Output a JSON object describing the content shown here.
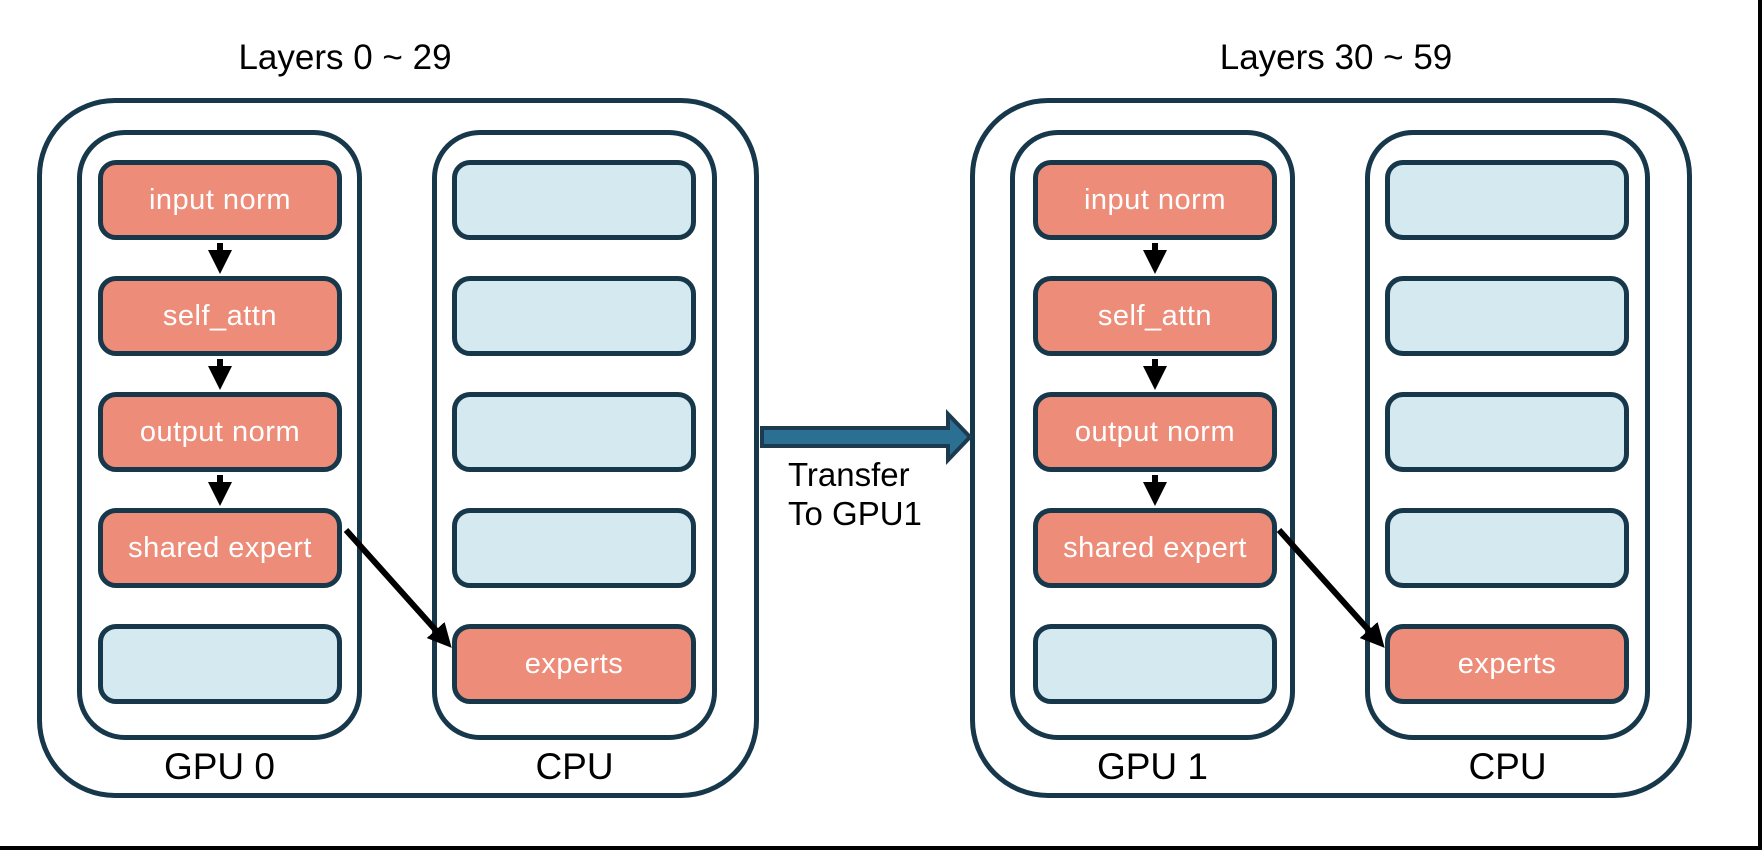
{
  "diagram": {
    "groups": [
      {
        "title": "Layers 0 ~ 29",
        "gpu": {
          "label": "GPU 0",
          "boxes": [
            {
              "label": "input norm",
              "type": "red"
            },
            {
              "label": "self_attn",
              "type": "red"
            },
            {
              "label": "output norm",
              "type": "red"
            },
            {
              "label": "shared expert",
              "type": "red"
            },
            {
              "label": "",
              "type": "blue"
            }
          ]
        },
        "cpu": {
          "label": "CPU",
          "boxes": [
            {
              "label": "",
              "type": "blue"
            },
            {
              "label": "",
              "type": "blue"
            },
            {
              "label": "",
              "type": "blue"
            },
            {
              "label": "",
              "type": "blue"
            },
            {
              "label": "experts",
              "type": "red"
            }
          ]
        }
      },
      {
        "title": "Layers 30 ~ 59",
        "gpu": {
          "label": "GPU 1",
          "boxes": [
            {
              "label": "input norm",
              "type": "red"
            },
            {
              "label": "self_attn",
              "type": "red"
            },
            {
              "label": "output norm",
              "type": "red"
            },
            {
              "label": "shared expert",
              "type": "red"
            },
            {
              "label": "",
              "type": "blue"
            }
          ]
        },
        "cpu": {
          "label": "CPU",
          "boxes": [
            {
              "label": "",
              "type": "blue"
            },
            {
              "label": "",
              "type": "blue"
            },
            {
              "label": "",
              "type": "blue"
            },
            {
              "label": "",
              "type": "blue"
            },
            {
              "label": "experts",
              "type": "red"
            }
          ]
        }
      }
    ],
    "transfer_arrow": {
      "line1": "Transfer",
      "line2": "To GPU1"
    },
    "colors": {
      "outline_navy": "#16384A",
      "module_red": "#EC8C79",
      "module_blue": "#D5E9F0",
      "transfer_arrow_fill": "#2B6F92",
      "flow_arrow_black": "#000000",
      "module_text": "#FFFFFF",
      "label_text": "#000000"
    }
  }
}
